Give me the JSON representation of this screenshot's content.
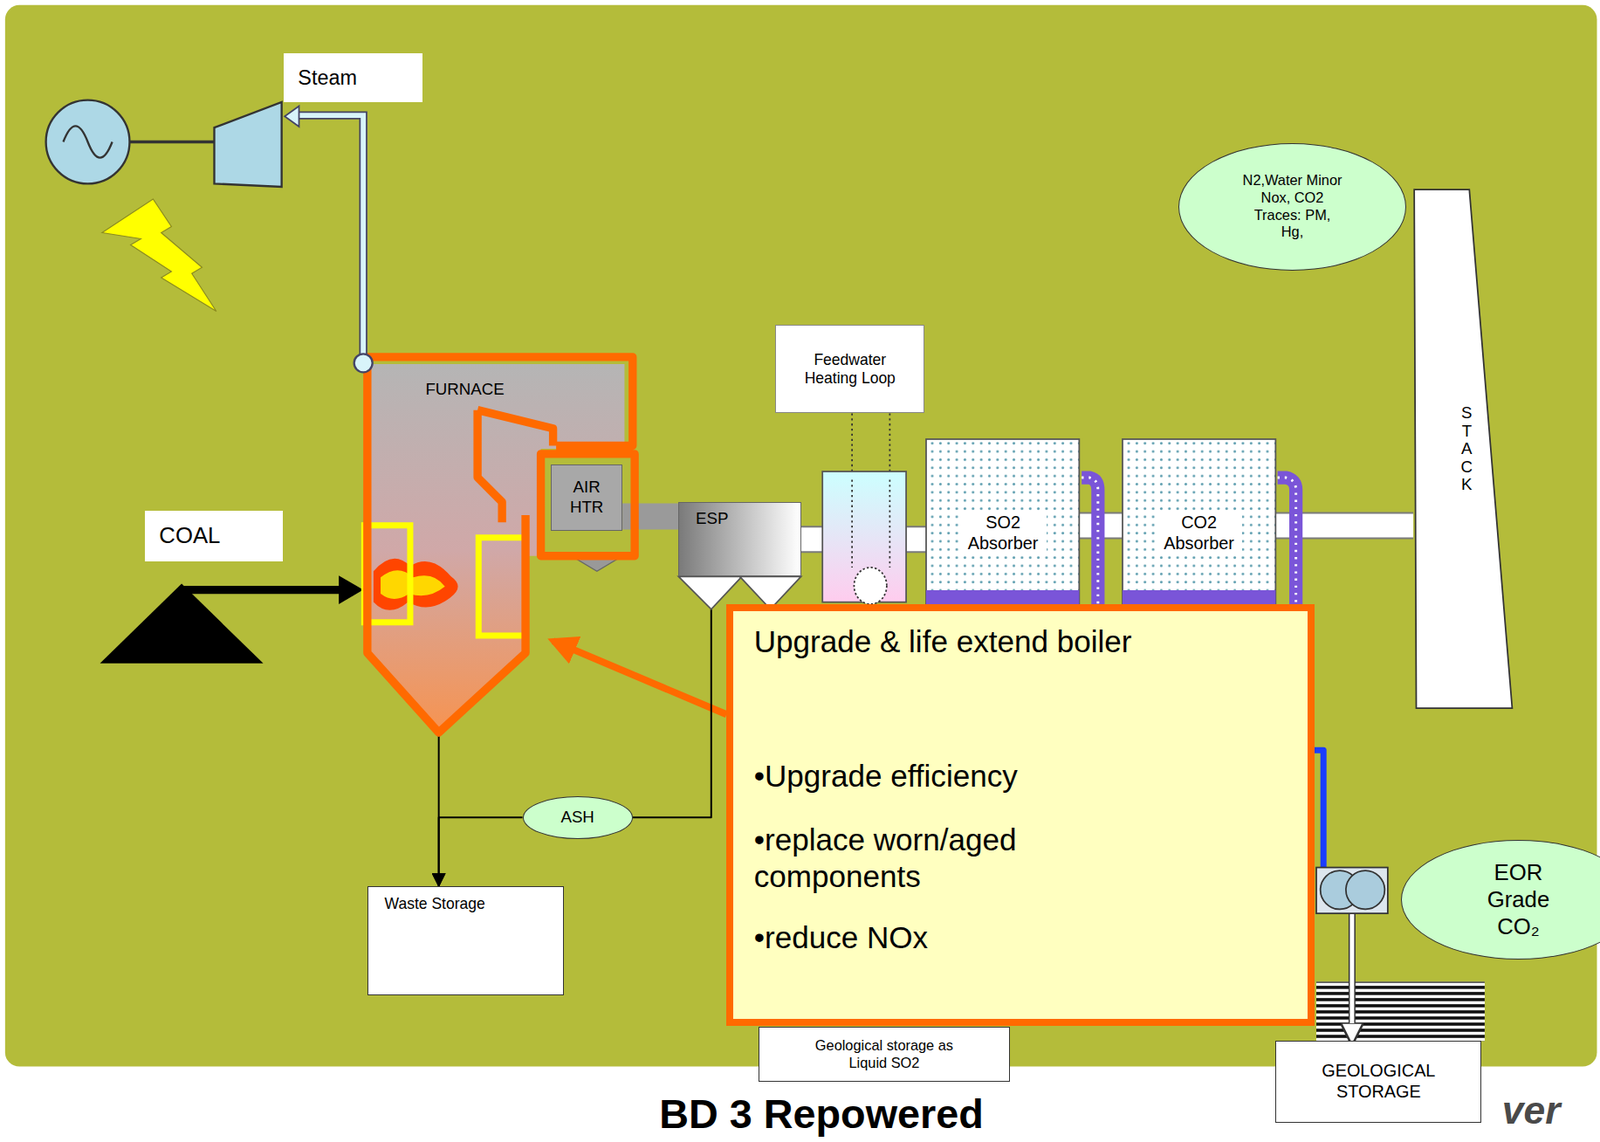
{
  "diagram": {
    "title": "BD 3 Repowered",
    "nodes": [
      {
        "text": [
          "Steam"
        ]
      },
      {
        "text": [
          "COAL"
        ]
      },
      {
        "text": [
          "FURNACE"
        ]
      },
      {
        "text": [
          "AIR HTR"
        ]
      },
      {
        "text": [
          "ESP"
        ]
      },
      {
        "text": [
          "Feedwater Heating Loop"
        ]
      },
      {
        "text": [
          "SO2 Absorber"
        ]
      },
      {
        "text": [
          "CO2 Absorber"
        ]
      },
      {
        "text": [
          "N2,Water Minor Nox, CO2 Traces: PM, Hg,"
        ]
      },
      {
        "text": [
          "STACK"
        ]
      },
      {
        "text": [
          "Upgrade & life extend boiler",
          "•Upgrade efficiency",
          "•replace worn/aged components",
          "•reduce NOx"
        ]
      },
      {
        "text": [
          "ASH"
        ]
      },
      {
        "text": [
          "Waste Storage"
        ]
      },
      {
        "text": [
          "Geological storage as Liquid SO2"
        ]
      },
      {
        "text": [
          "EOR Grade CO₂"
        ]
      },
      {
        "text": [
          "GEOLOGICAL STORAGE"
        ]
      }
    ],
    "edges": [
      {
        "from": 3,
        "to": 4,
        "arrow": "none"
      },
      {
        "from": 4,
        "to": 6,
        "arrow": "none"
      },
      {
        "from": 6,
        "to": 7,
        "arrow": "none"
      },
      {
        "from": 7,
        "to": 9,
        "arrow": "none"
      },
      {
        "from": 10,
        "to": 2,
        "arrow": "to"
      },
      {
        "from": 2,
        "to": 12,
        "arrow": "to"
      },
      {
        "from": 11,
        "to": 12,
        "arrow": "to"
      },
      {
        "from": 4,
        "to": 11,
        "arrow": "none"
      },
      {
        "from": 7,
        "to": 15,
        "arrow": "to"
      }
    ],
    "labels": [
      "ver"
    ]
  }
}
